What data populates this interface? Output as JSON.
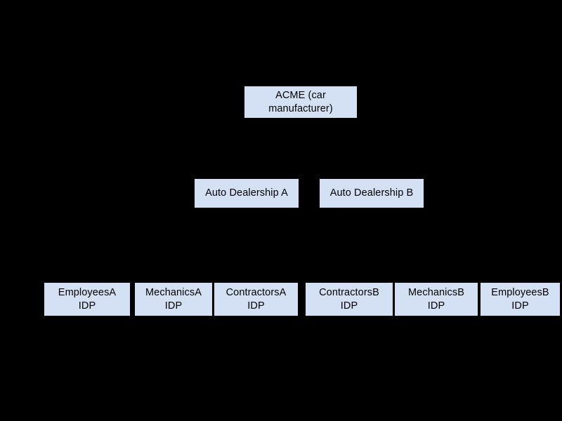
{
  "diagram": {
    "type": "org-hierarchy-tree",
    "background_color": "#000000",
    "node_fill_color": "#d4e1f4",
    "node_text_color": "#000000",
    "connector_color": "#000000",
    "tiers": [
      {
        "tier": 1,
        "nodes": [
          {
            "id": "acme",
            "label": "ACME (car\nmanufacturer)"
          }
        ]
      },
      {
        "tier": 2,
        "nodes": [
          {
            "id": "dealership-a",
            "label": "Auto Dealership A"
          },
          {
            "id": "dealership-b",
            "label": "Auto Dealership B"
          }
        ]
      },
      {
        "tier": 3,
        "nodes": [
          {
            "id": "employeesa-idp",
            "label": "EmployeesA\nIDP"
          },
          {
            "id": "mechanicsa-idp",
            "label": "MechanicsA\nIDP"
          },
          {
            "id": "contractorsa-idp",
            "label": "ContractorsA\nIDP"
          },
          {
            "id": "contractorsb-idp",
            "label": "ContractorsB\nIDP"
          },
          {
            "id": "mechanicsb-idp",
            "label": "MechanicsB\nIDP"
          },
          {
            "id": "employeesb-idp",
            "label": "EmployeesB\nIDP"
          }
        ]
      }
    ],
    "edges": [
      {
        "from": "acme",
        "to": "dealership-a"
      },
      {
        "from": "acme",
        "to": "dealership-b"
      },
      {
        "from": "dealership-a",
        "to": "employeesa-idp"
      },
      {
        "from": "dealership-a",
        "to": "mechanicsa-idp"
      },
      {
        "from": "dealership-a",
        "to": "contractorsa-idp"
      },
      {
        "from": "dealership-b",
        "to": "contractorsb-idp"
      },
      {
        "from": "dealership-b",
        "to": "mechanicsb-idp"
      },
      {
        "from": "dealership-b",
        "to": "employeesb-idp"
      }
    ]
  }
}
